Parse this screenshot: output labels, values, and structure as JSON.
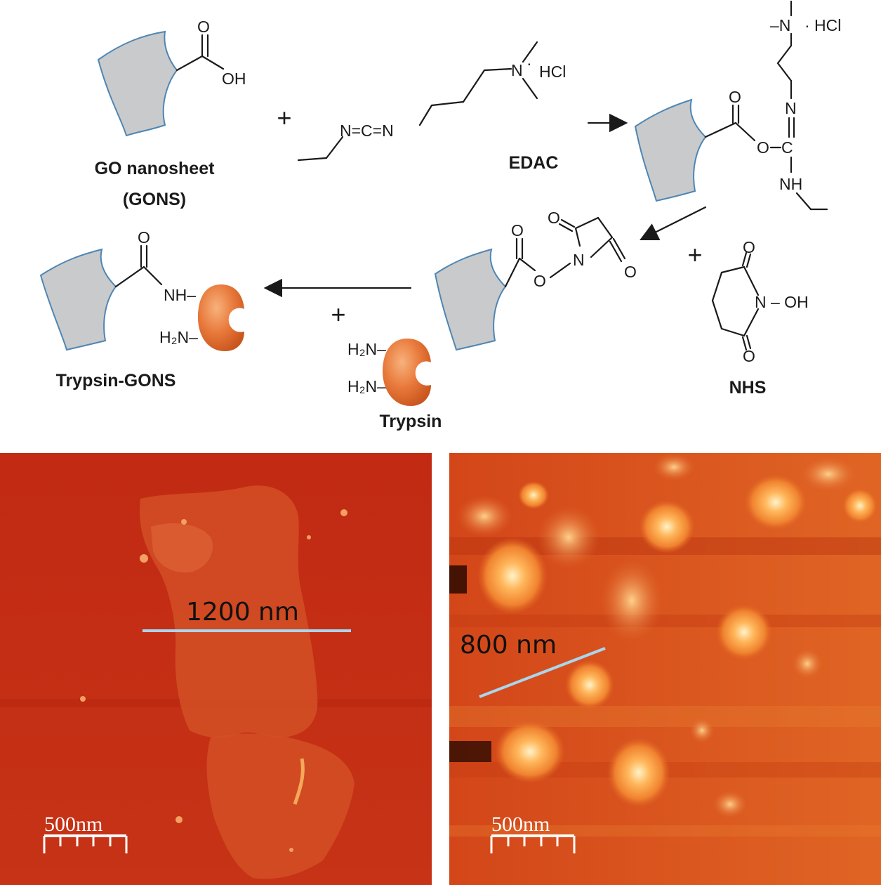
{
  "scheme": {
    "go_label_line1": "GO nanosheet",
    "go_label_line2": "(GONS)",
    "edac_label": "EDAC",
    "nhs_label": "NHS",
    "trypsin_label": "Trypsin",
    "product_label": "Trypsin-GONS",
    "plus": "+",
    "atoms": {
      "O": "O",
      "OH": "OH",
      "N": "N",
      "C": "C",
      "NH": "NH",
      "HCl": "HCl",
      "dot": "·",
      "N_minus": "–N",
      "N_OH": "N – OH",
      "NH_dash": "NH–",
      "H2N": "H₂N–",
      "edac_chain": "N=C=N"
    }
  },
  "afm": {
    "left": {
      "measurement": "1200 nm",
      "scalebar": "500nm"
    },
    "right": {
      "measurement": "800 nm",
      "scalebar": "500nm"
    },
    "colors": {
      "background_left": "#c42a12",
      "background_right": "#d8521e",
      "sheet": "#e06a3a",
      "measure_line": "#a9d6ee"
    }
  }
}
